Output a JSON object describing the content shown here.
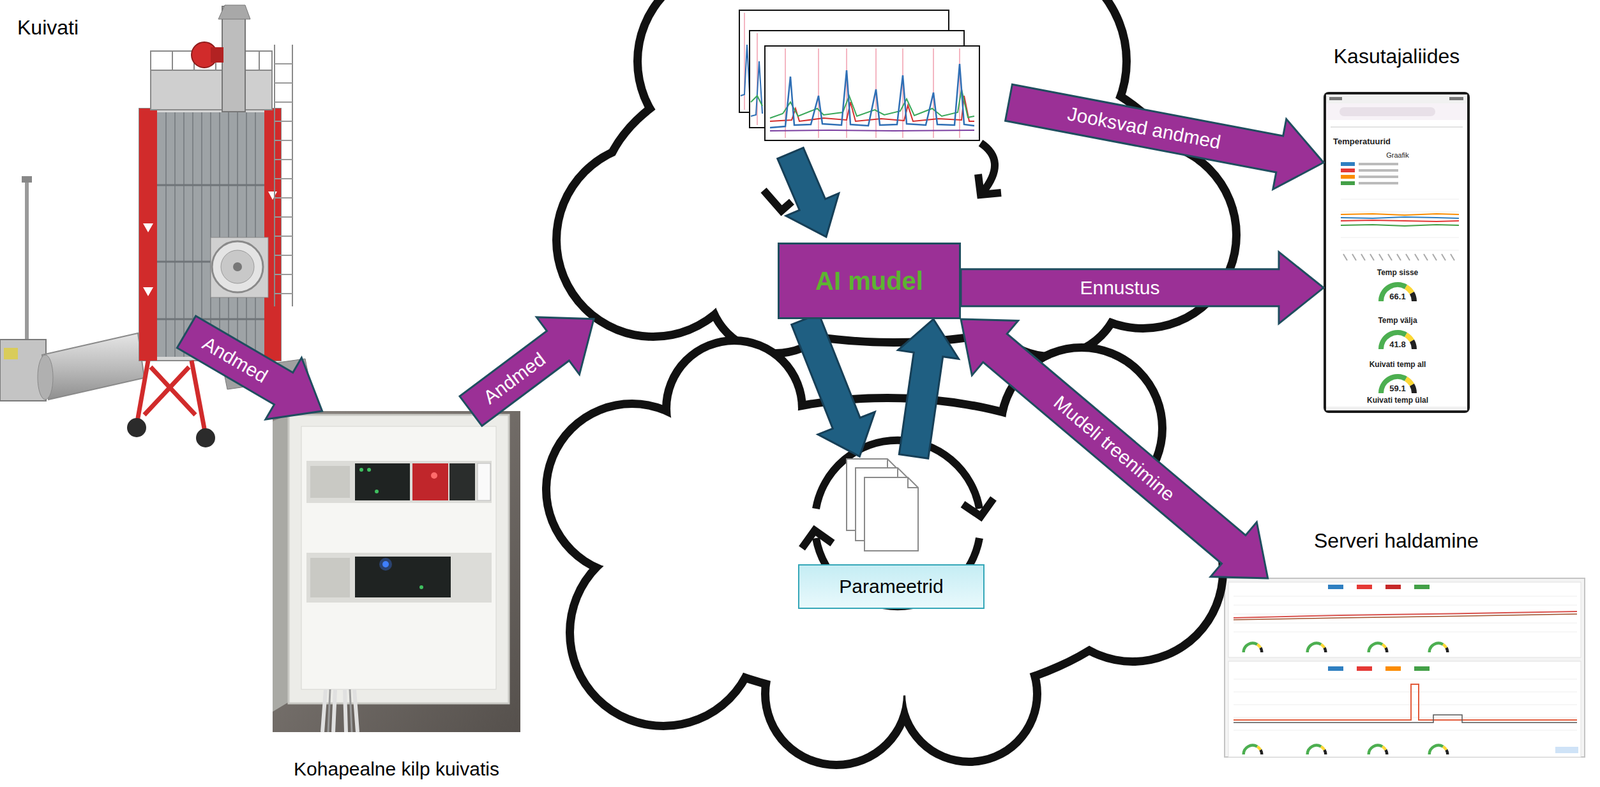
{
  "diagram": {
    "nodes": [
      {
        "text": [
          "Kuivati"
        ]
      },
      {
        "text": [
          "Kohapealne kilp kuivatis"
        ]
      },
      {
        "text": []
      },
      {
        "text": [
          "AI mudel"
        ],
        "in": 2
      },
      {
        "text": []
      },
      {
        "text": [
          "Parameetrid"
        ],
        "in": 4
      },
      {
        "text": [
          "Kasutajaliides"
        ]
      },
      {
        "text": [
          "Serveri haldamine"
        ]
      }
    ],
    "edges": [
      {
        "from": 0,
        "to": 1,
        "label": "Andmed",
        "arrow": "to"
      },
      {
        "from": 1,
        "to": 2,
        "label": "Andmed",
        "arrow": "to"
      },
      {
        "from": 2,
        "to": 6,
        "label": "Jooksvad andmed",
        "arrow": "to"
      },
      {
        "from": 3,
        "to": 6,
        "label": "Ennustus",
        "arrow": "to"
      },
      {
        "from": 3,
        "to": 7,
        "label": "Mudeli treenimine",
        "arrow": "both"
      },
      {
        "from": 3,
        "to": 5,
        "arrow": "to"
      },
      {
        "from": 5,
        "to": 3,
        "arrow": "to"
      }
    ],
    "labels": [
      "Temperatuurid",
      "Graafik",
      "Temp sisse",
      "66.1",
      "Temp välja",
      "41.8",
      "Kuivati temp all",
      "59.1",
      "Kuivati temp ülal"
    ]
  }
}
